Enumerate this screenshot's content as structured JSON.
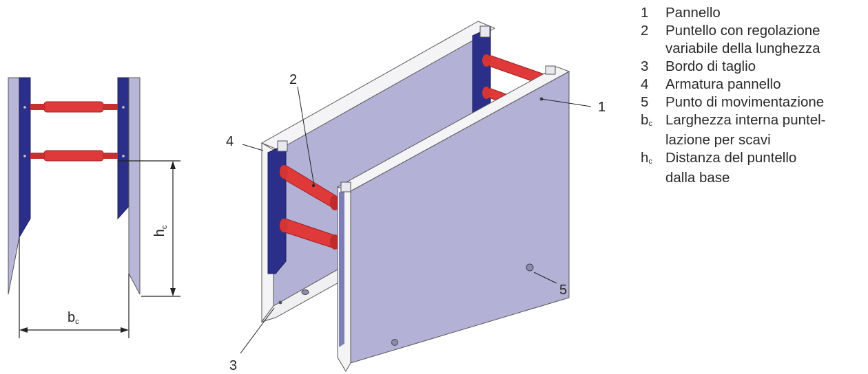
{
  "callouts": {
    "c1": "1",
    "c2": "2",
    "c3": "3",
    "c4": "4",
    "c5": "5"
  },
  "dimensions": {
    "h_main": "h",
    "h_sub": "c",
    "b_main": "b",
    "b_sub": "c"
  },
  "legend": [
    {
      "key": "1",
      "key_sub": "",
      "lines": [
        "Pannello"
      ]
    },
    {
      "key": "2",
      "key_sub": "",
      "lines": [
        "Puntello con regolazione",
        "variabile della lunghezza"
      ]
    },
    {
      "key": "3",
      "key_sub": "",
      "lines": [
        "Bordo di taglio"
      ]
    },
    {
      "key": "4",
      "key_sub": "",
      "lines": [
        "Armatura pannello"
      ]
    },
    {
      "key": "5",
      "key_sub": "",
      "lines": [
        "Punto di movimentazione"
      ]
    },
    {
      "key": "b",
      "key_sub": "c",
      "lines": [
        "Larghezza interna puntel-",
        "lazione per scavi"
      ]
    },
    {
      "key": "h",
      "key_sub": "c",
      "lines": [
        "Distanza del puntello",
        "dalla base"
      ]
    }
  ],
  "colors": {
    "panel": "#b3b1d6",
    "frame_blue": "#2b2f8a",
    "strut_red": "#e0393a",
    "edge_white": "#f2f2f4",
    "line": "#222222"
  }
}
